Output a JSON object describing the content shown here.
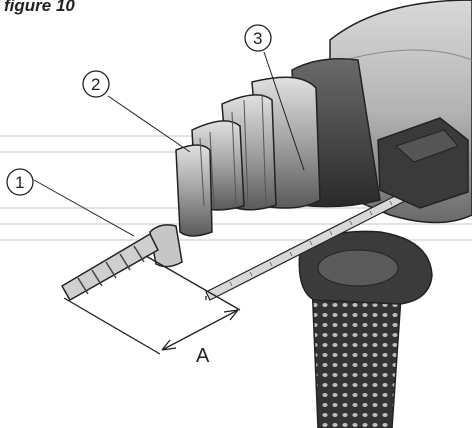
{
  "figure": {
    "title": "figure 10",
    "callouts": [
      {
        "id": "drill-bit",
        "label": "1"
      },
      {
        "id": "drill-chuck",
        "label": "2"
      },
      {
        "id": "depth-gauge",
        "label": "3"
      }
    ],
    "dimension": {
      "label": "A"
    }
  },
  "colors": {
    "body_light": "#c9c9c9",
    "body_mid": "#9a9a9a",
    "body_dark": "#4a4a4a",
    "handle_black": "#2e2e2e",
    "line": "#222222",
    "bg_stripes": "#e3e3e3"
  }
}
